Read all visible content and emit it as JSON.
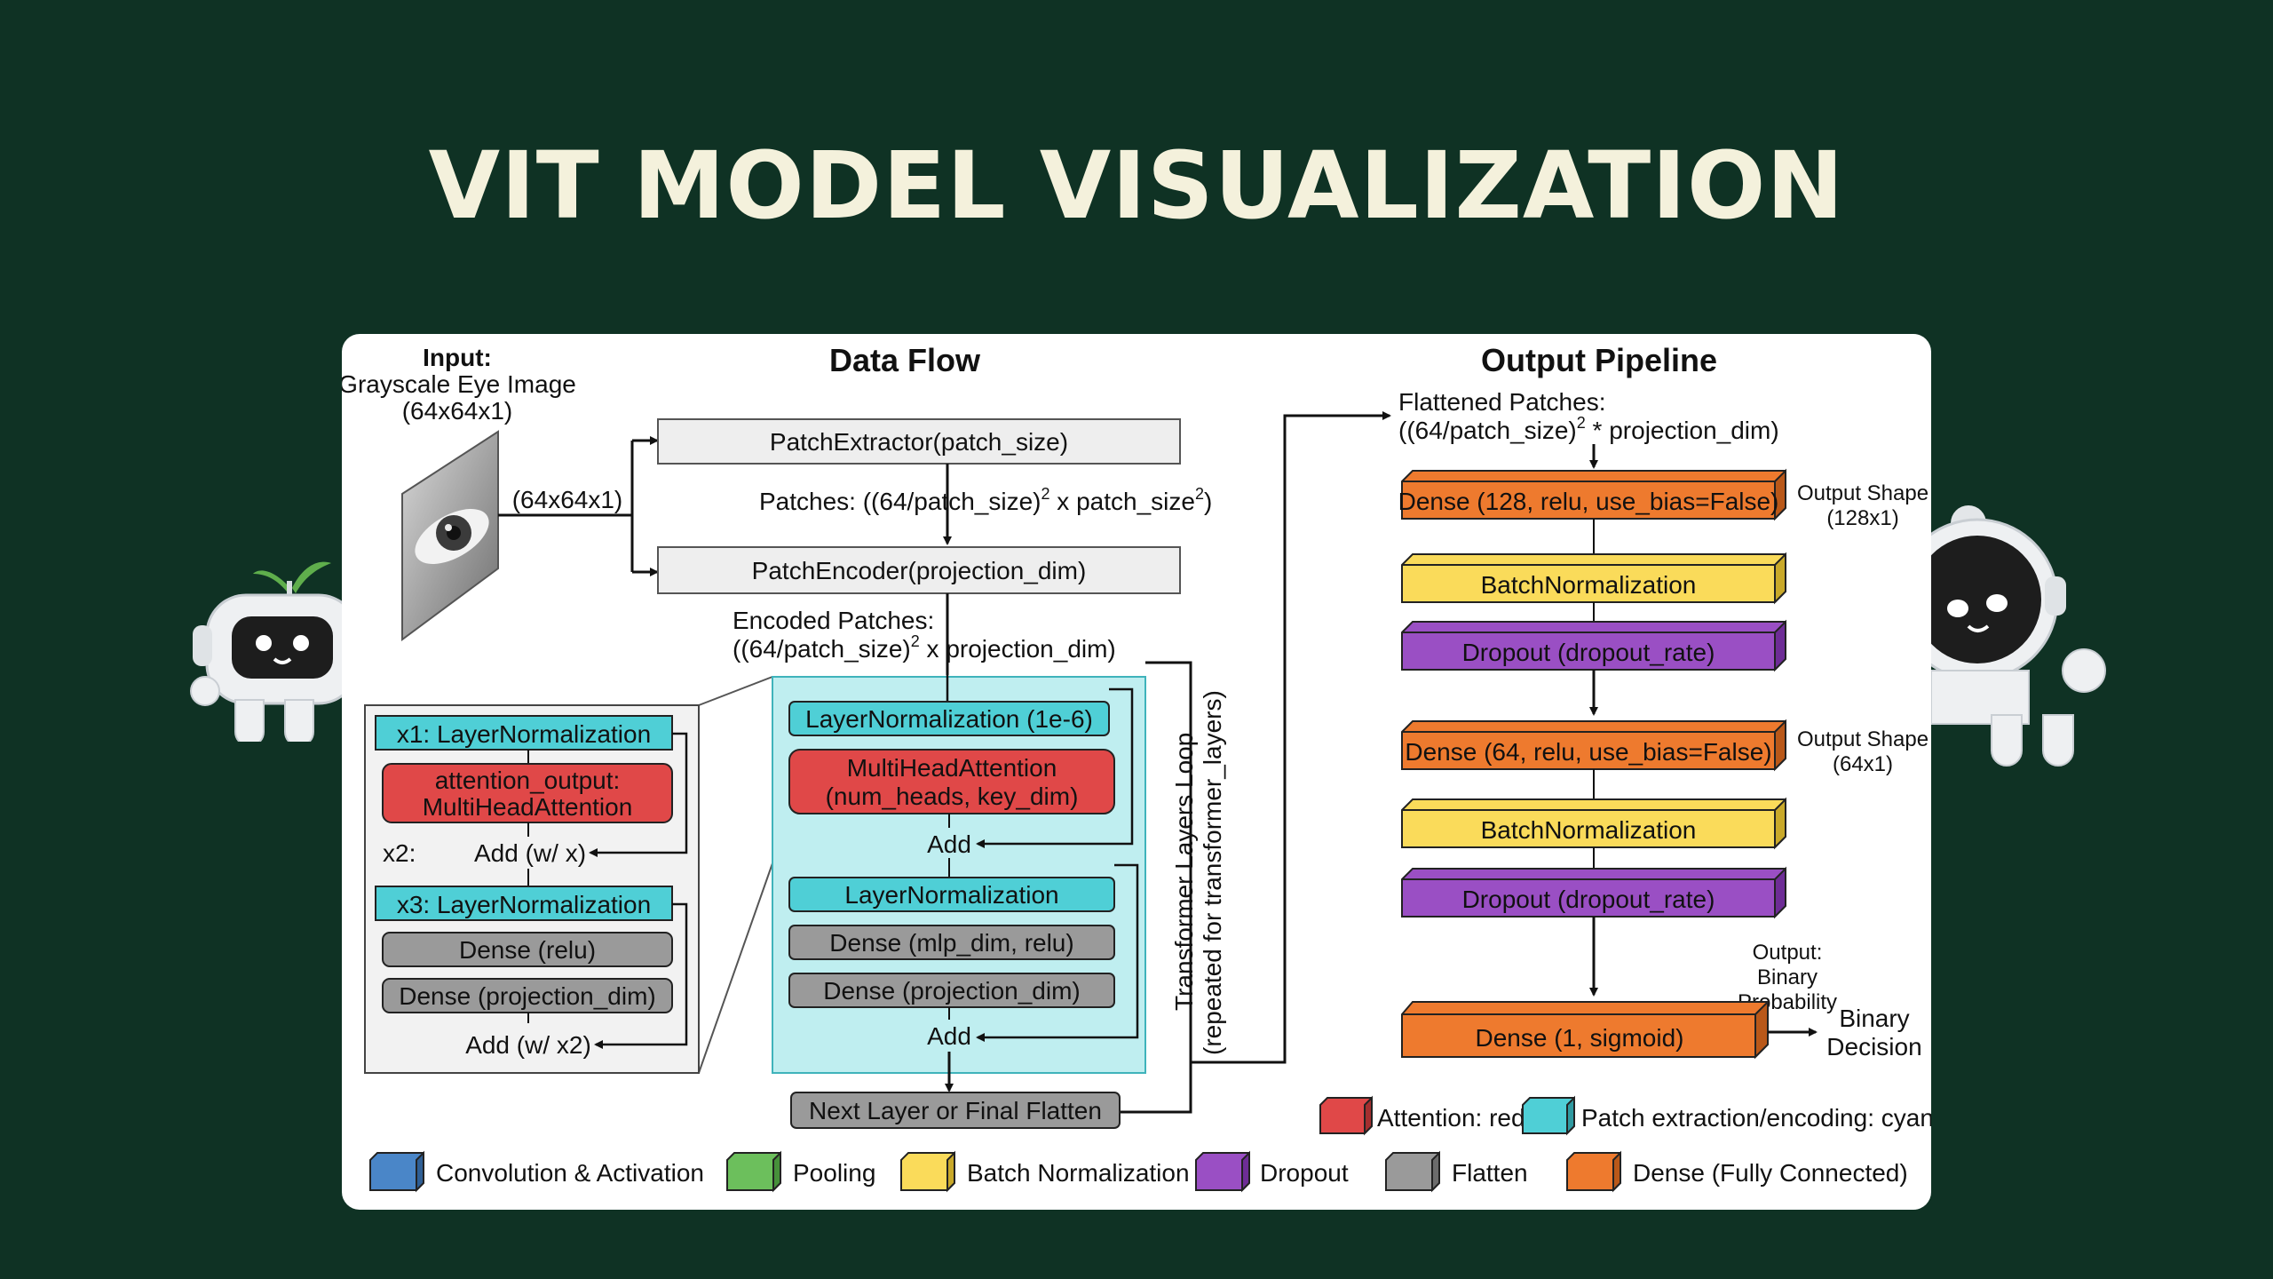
{
  "page": {
    "title": "VIT MODEL VISUALIZATION"
  },
  "colors": {
    "background": "#0f3224",
    "title": "#f4f1dc",
    "attention": "#e04848",
    "cyan": "#4fcfd6",
    "dense": "#ee7a2e",
    "batchnorm": "#fadb5a",
    "dropout": "#9a4fc4",
    "flatten": "#9a9a9a",
    "conv": "#4a86c8",
    "pooling": "#6cbf5c"
  },
  "sections": {
    "data_flow": "Data Flow",
    "output_pipeline": "Output Pipeline"
  },
  "input": {
    "heading": "Input:",
    "line1": "Grayscale Eye Image",
    "line2": "(64x64x1)",
    "shape": "(64x64x1)"
  },
  "data_flow": {
    "patch_extractor": "PatchExtractor(patch_size)",
    "patches_label": "Patches: ((64/patch_size)",
    "patches_label_tail": " x patch_size",
    "patches_label_close": ")",
    "patch_encoder": "PatchEncoder(projection_dim)",
    "encoded_label_1": "Encoded Patches:",
    "encoded_label_2": "((64/patch_size)",
    "encoded_label_2_tail": " x projection_dim)",
    "loop_label_1": "Transformer Layers Loop",
    "loop_label_2": "(repeated for transformer_layers)",
    "next_layer": "Next Layer or Final Flatten",
    "superscript_2": "2"
  },
  "transformer_block": {
    "ln1": "LayerNormalization (1e-6)",
    "mha_1": "MultiHeadAttention",
    "mha_2": "(num_heads, key_dim)",
    "add1": "Add",
    "ln2": "LayerNormalization",
    "dense_mlp": "Dense (mlp_dim, relu)",
    "dense_proj": "Dense (projection_dim)",
    "add2": "Add"
  },
  "detail_block": {
    "x1": "x1: LayerNormalization",
    "attn_1": "attention_output:",
    "attn_2": "MultiHeadAttention",
    "x2_label": "x2:",
    "add_wx": "Add (w/ x)",
    "x3": "x3: LayerNormalization",
    "dense_relu": "Dense (relu)",
    "dense_proj": "Dense (projection_dim)",
    "add_wx2": "Add (w/ x2)"
  },
  "output_pipeline": {
    "flattened_1": "Flattened Patches:",
    "flattened_2": "((64/patch_size)",
    "flattened_2_tail": " * projection_dim)",
    "dense128": "Dense (128, relu, use_bias=False)",
    "shape128_1": "Output Shape",
    "shape128_2": "(128x1)",
    "bn1": "BatchNormalization",
    "dropout1": "Dropout (dropout_rate)",
    "dense64": "Dense (64, relu, use_bias=False)",
    "shape64_1": "Output Shape",
    "shape64_2": "(64x1)",
    "bn2": "BatchNormalization",
    "dropout2": "Dropout (dropout_rate)",
    "output_1": "Output:",
    "output_2": "Binary",
    "output_3": "Probability",
    "dense1": "Dense (1, sigmoid)",
    "binary_1": "Binary",
    "binary_2": "Decision"
  },
  "legend_top": {
    "attention": "Attention: red",
    "patch": "Patch extraction/encoding: cyan"
  },
  "legend": [
    {
      "label": "Convolution & Activation",
      "color": "#4a86c8"
    },
    {
      "label": "Pooling",
      "color": "#6cbf5c"
    },
    {
      "label": "Batch Normalization",
      "color": "#fadb5a"
    },
    {
      "label": "Dropout",
      "color": "#9a4fc4"
    },
    {
      "label": "Flatten",
      "color": "#9a9a9a"
    },
    {
      "label": "Dense (Fully Connected)",
      "color": "#ee7a2e"
    }
  ]
}
